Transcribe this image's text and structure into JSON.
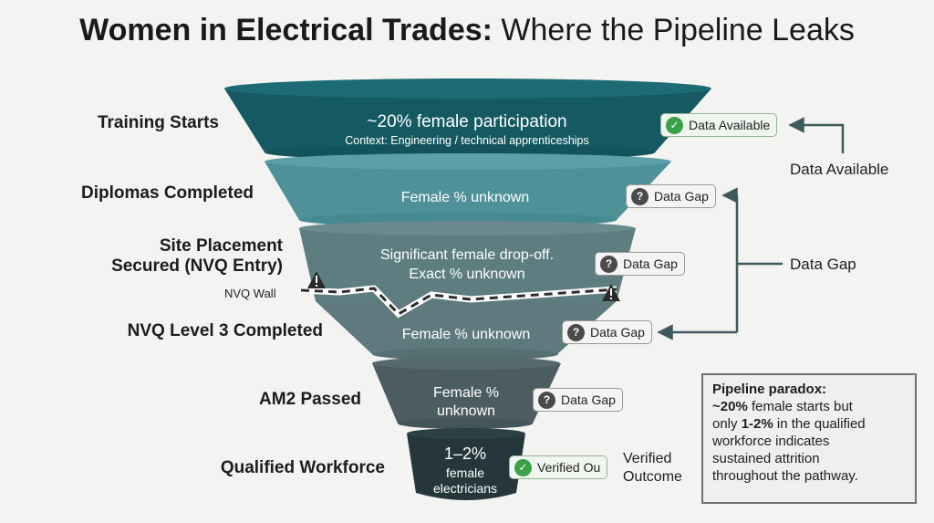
{
  "title": {
    "bold": "Women in Electrical Trades:",
    "rest": "Where the Pipeline Leaks"
  },
  "stages": [
    {
      "label": "Training Starts",
      "line1": "~20% female participation",
      "line2": "Context: Engineering / technical apprenticeships",
      "badge": "Data Available",
      "status": "available",
      "color": "#155a63"
    },
    {
      "label": "Diplomas Completed",
      "line1": "Female % unknown",
      "badge": "Data Gap",
      "status": "gap",
      "color": "#4e9198"
    },
    {
      "label1": "Site Placement",
      "label2": "Secured (NVQ Entry)",
      "line1": "Significant female drop-off.",
      "line2": "Exact % unknown",
      "badge": "Data Gap",
      "status": "gap",
      "color": "#5e7d80"
    },
    {
      "label": "NVQ Level 3 Completed",
      "line1": "Female % unknown",
      "badge": "Data Gap",
      "status": "gap",
      "color": "#5f7a7e"
    },
    {
      "label": "AM2 Passed",
      "line1": "Female %",
      "line2": "unknown",
      "badge": "Data Gap",
      "status": "gap",
      "color": "#4b5d61"
    },
    {
      "label": "Qualified Workforce",
      "line1": "1–2%",
      "line2": "female",
      "line3": "electricians",
      "badge": "Verified Ou",
      "status": "verified",
      "color": "#25373b"
    }
  ],
  "nvq_wall_label": "NVQ Wall",
  "legend": {
    "available": "Data Available",
    "gap": "Data Gap",
    "verified_line1": "Verified",
    "verified_line2": "Outcome"
  },
  "paradox": {
    "title": "Pipeline paradox:",
    "pct_start": "~20%",
    "text_a": " female starts but",
    "text_b": "only ",
    "pct_end": "1-2%",
    "text_c": " in the qualified",
    "text_d": "workforce indicates",
    "text_e": "sustained attrition",
    "text_f": "throughout the pathway."
  },
  "colors": {
    "check_green": "#3aa148",
    "arrow": "#3f5a5e",
    "warning": "#2a2a2a"
  },
  "icons": {
    "check": "check-circle-icon",
    "question": "question-circle-icon",
    "warning": "warning-triangle-icon"
  }
}
